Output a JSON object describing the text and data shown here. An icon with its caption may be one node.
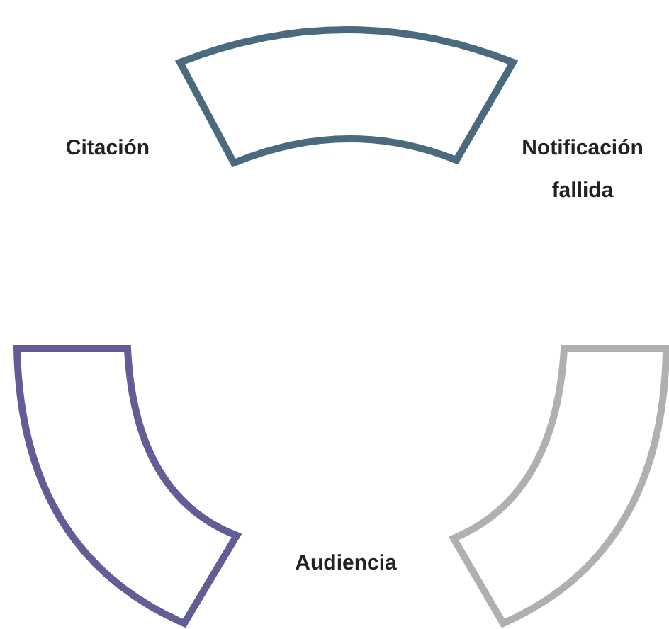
{
  "diagram": {
    "nodes": [
      {
        "text": [],
        "shape": "arc"
      },
      {
        "text": [],
        "shape": "arc"
      },
      {
        "text": [],
        "shape": "arc"
      }
    ],
    "labels": [
      "Citación",
      "Notificación fallida",
      "Audiencia"
    ]
  }
}
